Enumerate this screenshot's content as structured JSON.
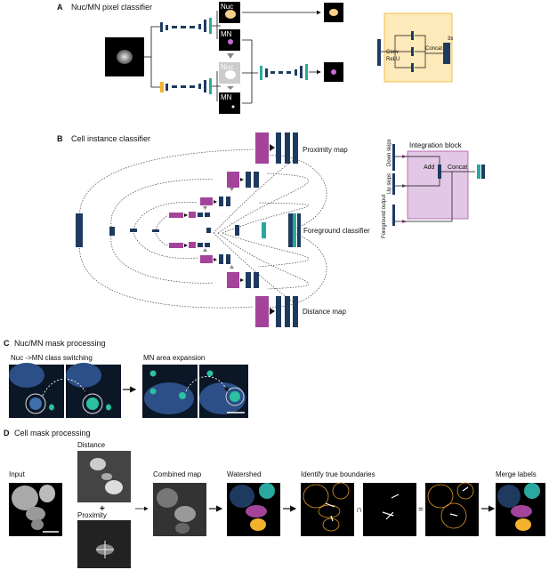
{
  "panelA": {
    "letter": "A",
    "title": "Nuc/MN pixel classifier",
    "nuc": "Nuc",
    "mn": "MN",
    "conv": "Conv",
    "relu": "ReLU",
    "concat": "Concat",
    "repeat": "3x"
  },
  "panelB": {
    "letter": "B",
    "title": "Cell instance classifier",
    "proximity": "Proximity map",
    "foreground": "Foreground classifier",
    "distance": "Distance map",
    "integration": "Integration block",
    "add": "Add",
    "concat": "Concat",
    "downSkips": "Down skips",
    "upSkips": "Up skips",
    "fgOutput": "Foreground output"
  },
  "panelC": {
    "letter": "C",
    "title": "Nuc/MN mask processing",
    "switching": "Nuc ->MN class switching",
    "expansion": "MN area expansion"
  },
  "panelD": {
    "letter": "D",
    "title": "Cell mask processing",
    "input": "Input",
    "distance": "Distance",
    "plus": "+",
    "proximity": "Proximity",
    "combined": "Combined map",
    "watershed": "Watershed",
    "identify": "Identify true boundaries",
    "cap": "∩",
    "eq": "=",
    "merge": "Merge labels"
  },
  "colors": {
    "navy": "#1f3a5f",
    "teal": "#2aa8a0",
    "magenta": "#a3449a",
    "orange": "#f3b22c",
    "block": "#fde9b9",
    "lilac": "#e3c7e6"
  }
}
